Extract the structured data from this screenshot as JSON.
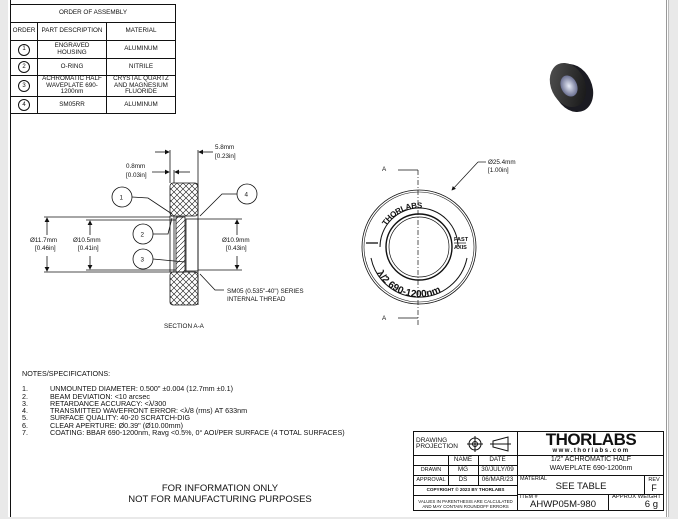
{
  "assembly_table": {
    "title": "ORDER OF ASSEMBLY",
    "headers": [
      "ORDER",
      "PART DESCRIPTION",
      "MATERIAL"
    ],
    "rows": [
      {
        "order": "1",
        "description": "ENGRAVED HOUSING",
        "material": "ALUMINUM"
      },
      {
        "order": "2",
        "description": "O-RING",
        "material": "NITRILE"
      },
      {
        "order": "3",
        "description": "ACHROMATIC HALF WAVEPLATE 690-1200nm",
        "material": "CRYSTAL QUARTZ AND MAGNESIUM FLUORIDE"
      },
      {
        "order": "4",
        "description": "SM05RR",
        "material": "ALUMINUM"
      }
    ]
  },
  "section_view": {
    "dim_width": "5.8mm",
    "dim_width_in": "[0.23in]",
    "dim_lip": "0.8mm",
    "dim_lip_in": "[0.03in]",
    "dim_d1": "Ø11.7mm",
    "dim_d1_in": "[0.46in]",
    "dim_d2": "Ø10.5mm",
    "dim_d2_in": "[0.41in]",
    "dim_d3": "Ø10.9mm",
    "dim_d3_in": "[0.43in]",
    "thread_note_1": "SM05 (0.535\"-40\") SERIES",
    "thread_note_2": "INTERNAL THREAD",
    "label": "SECTION A-A",
    "balloons": [
      "1",
      "2",
      "3",
      "4"
    ]
  },
  "front_view": {
    "dim_outer": "Ø25.4mm",
    "dim_outer_in": "[1.00in]",
    "section_mark": "A",
    "engraving_brand": "THORLABS",
    "engraving_spec": "λ/2 690-1200nm",
    "fast_axis_1": "FAST",
    "fast_axis_2": "AXIS"
  },
  "notes": {
    "title": "NOTES/SPECIFICATIONS:",
    "items": [
      {
        "n": "1.",
        "text": "UNMOUNTED DIAMETER: 0.500\" ±0.004 (12.7mm ±0.1)"
      },
      {
        "n": "2.",
        "text": "BEAM DEVIATION: <10 arcsec"
      },
      {
        "n": "3.",
        "text": "RETARDANCE ACCURACY: <λ/300"
      },
      {
        "n": "4.",
        "text": "TRANSMITTED WAVEFRONT ERROR: <λ/8 (rms) AT 633nm"
      },
      {
        "n": "5.",
        "text": "SURFACE QUALITY: 40-20 SCRATCH-DIG"
      },
      {
        "n": "6.",
        "text": "CLEAR APERTURE: Ø0.39\" (Ø10.00mm)"
      },
      {
        "n": "7.",
        "text": "COATING: BBAR 690-1200nm, Ravg <0.5%, 0° AOI/PER SURFACE (4 TOTAL SURFACES)"
      }
    ]
  },
  "footer": {
    "line1": "FOR INFORMATION ONLY",
    "line2": "NOT FOR MANUFACTURING PURPOSES"
  },
  "title_block": {
    "projection_label": "DRAWING PROJECTION",
    "name_header": "NAME",
    "date_header": "DATE",
    "drawn_label": "DRAWN",
    "drawn_name": "MG",
    "drawn_date": "30/JULY/09",
    "approval_label": "APPROVAL",
    "approval_name": "DS",
    "approval_date": "06/MAR/23",
    "copyright": "COPYRIGHT © 2023 BY THORLABS",
    "disclaimer": "VALUES IN PARENTHESIS ARE CALCULATED AND MAY CONTAIN ROUNDOFF ERRORS",
    "logo": "THORLABS",
    "website": "www.thorlabs.com",
    "title_line1": "1/2\" ACHROMATIC HALF",
    "title_line2": "WAVEPLATE 690-1200nm",
    "material_label": "MATERIAL",
    "material_value": "SEE TABLE",
    "rev_label": "REV",
    "rev_value": "F",
    "item_label": "ITEM #",
    "item_value": "AHWP05M-980",
    "weight_label": "APPROX WEIGHT",
    "weight_value": "6 g"
  }
}
